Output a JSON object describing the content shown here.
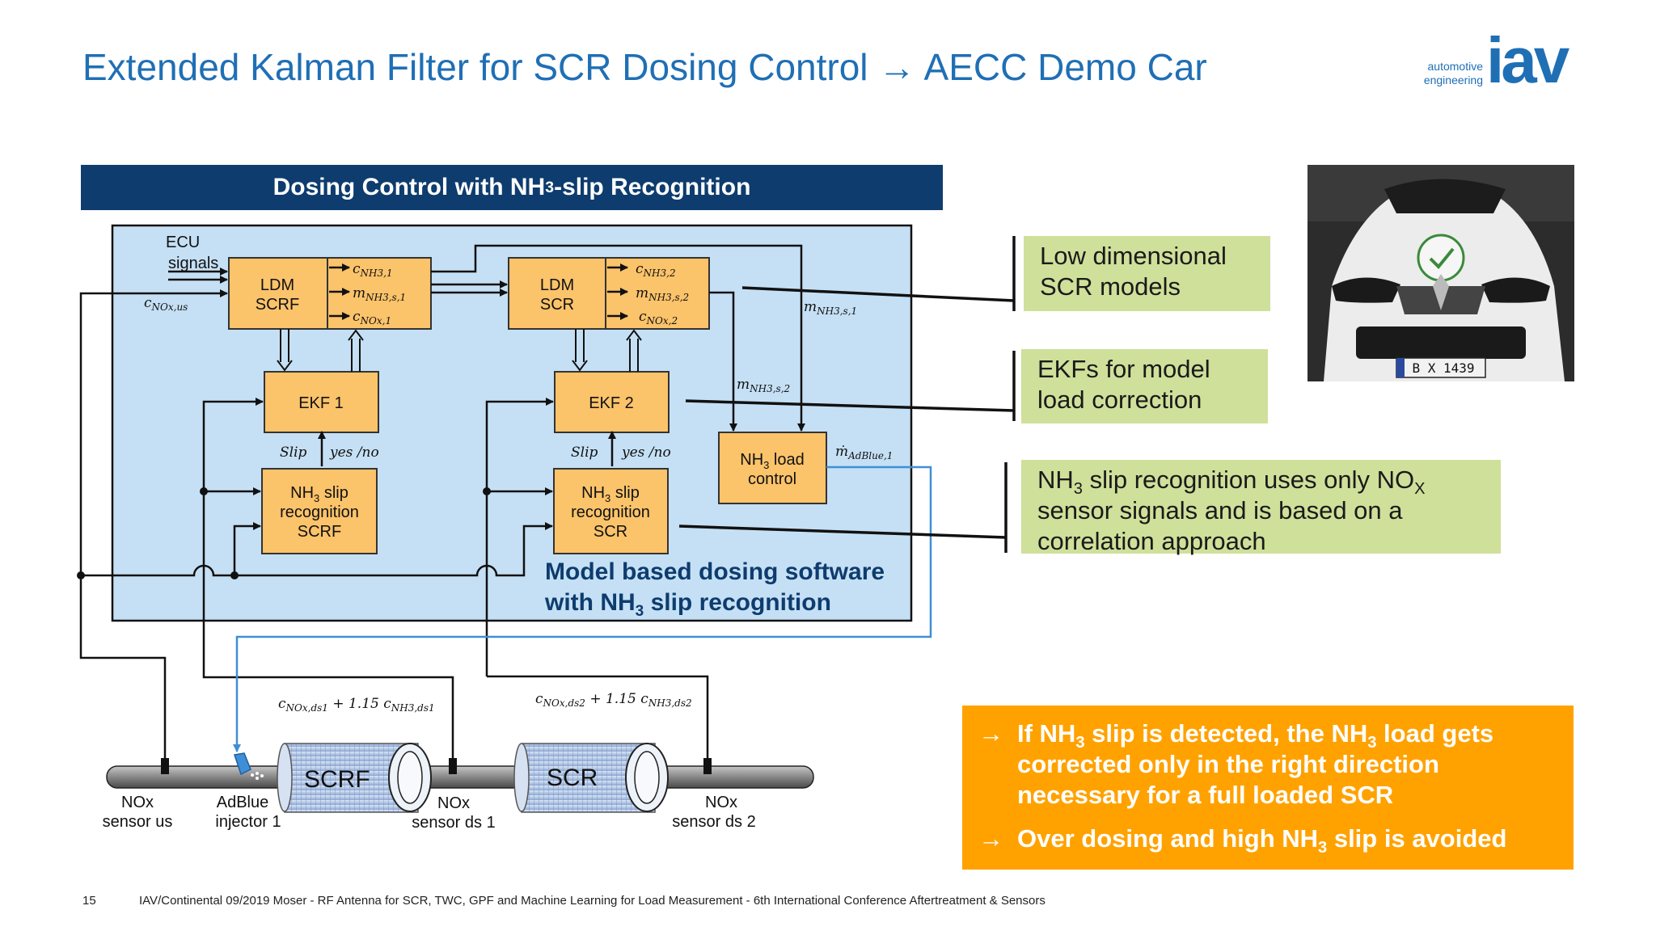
{
  "title": "Extended Kalman Filter for SCR Dosing Control → AECC Demo Car",
  "logo": {
    "caption_line1": "automotive",
    "caption_line2": "engineering",
    "word": "iav"
  },
  "header_bar": {
    "text_pre": "Dosing Control with NH",
    "sub": "3",
    "text_post": "-slip Recognition"
  },
  "diagram": {
    "ecu_signals_1": "ECU",
    "ecu_signals_2": "signals",
    "ldm_scrf_1": "LDM",
    "ldm_scrf_2": "SCRF",
    "ldm_scr_1": "LDM",
    "ldm_scr_2": "SCR",
    "ekf1": "EKF 1",
    "ekf2": "EKF 2",
    "nh3_slip_scrf_1": "NH",
    "nh3_slip_scrf_1b": "3",
    "nh3_slip_scrf_1c": " slip",
    "nh3_slip_scrf_2": "recognition",
    "nh3_slip_scrf_3": "SCRF",
    "nh3_slip_scr_1": "NH",
    "nh3_slip_scr_1b": "3",
    "nh3_slip_scr_1c": " slip",
    "nh3_slip_scr_2": "recognition",
    "nh3_slip_scr_3": "SCR",
    "nh3_load_1": "NH",
    "nh3_load_1b": "3",
    "nh3_load_1c": " load",
    "nh3_load_2": "control",
    "slip": "Slip",
    "yesno": "yes /no",
    "c_nox_us": "c",
    "c_nox_us_sub": "NOx,us",
    "c_nh3_1": "c",
    "c_nh3_1_sub": "NH3,1",
    "m_nh3_s1": "m",
    "m_nh3_s1_sub": "NH3,s,1",
    "c_nox_1": "c",
    "c_nox_1_sub": "NOx,1",
    "c_nh3_2": "c",
    "c_nh3_2_sub": "NH3,2",
    "m_nh3_s2": "m",
    "m_nh3_s2_sub": "NH3,s,2",
    "c_nox_2": "c",
    "c_nox_2_sub": "NOx,2",
    "m_out_1": "m",
    "m_out_1_sub": "NH3,s,1",
    "m_out_2": "m",
    "m_out_2_sub": "NH3,s,2",
    "m_adblue": "ṁ",
    "m_adblue_sub": "AdBlue,1",
    "eq_ds1": "c",
    "eq_ds1_sub1": "NOx,ds1",
    "eq_ds1_mid": " + 1.15 c",
    "eq_ds1_sub2": "NH3,ds1",
    "eq_ds2": "c",
    "eq_ds2_sub1": "NOx,ds2",
    "eq_ds2_mid": " + 1.15 c",
    "eq_ds2_sub2": "NH3,ds2",
    "model_based_1": "Model based dosing software",
    "model_based_2a": "with NH",
    "model_based_2b": "3",
    "model_based_2c": " slip recognition",
    "scrf_label": "SCRF",
    "scr_label": "SCR",
    "nox_us_1": "NOx",
    "nox_us_2": "sensor us",
    "adblue_1": "AdBlue",
    "adblue_2": "injector 1",
    "nox_ds1_1": "NOx",
    "nox_ds1_2": "sensor ds 1",
    "nox_ds2_1": "NOx",
    "nox_ds2_2": "sensor ds 2"
  },
  "callouts": {
    "low_dim_1": "Low dimensional",
    "low_dim_2": "SCR models",
    "ekf_1": "EKFs for model",
    "ekf_2": "load correction",
    "slip_1a": "NH",
    "slip_1b": "3",
    "slip_1c": " slip recognition uses only NO",
    "slip_1d": "X",
    "slip_2": "sensor signals and is based on a",
    "slip_3": "correlation approach"
  },
  "photo": {
    "plate": "B X 1439"
  },
  "orange_box": {
    "bullet": "→",
    "b1_l1a": "If NH",
    "b1_l1b": "3",
    "b1_l1c": " slip is detected, the NH",
    "b1_l1d": "3",
    "b1_l1e": " load gets",
    "b1_l2": "corrected only in the right direction",
    "b1_l3": "necessary for a full loaded SCR",
    "b2a": "Over dosing and high NH",
    "b2b": "3",
    "b2c": " slip is avoided"
  },
  "footer": {
    "page_number": "15",
    "text": "IAV/Continental  09/2019  Moser - RF Antenna for SCR, TWC, GPF and Machine Learning for Load Measurement - 6th International Conference Aftertreatment & Sensors"
  },
  "colors": {
    "title_blue": "#1f6fb5",
    "header_navy": "#0e3c6e",
    "panel_blue": "#c5e0f5",
    "block_orange": "#fbc36a",
    "callout_green": "#cfe09a",
    "orange_box": "#ffa200",
    "adblue_line": "#3f8fd6"
  }
}
